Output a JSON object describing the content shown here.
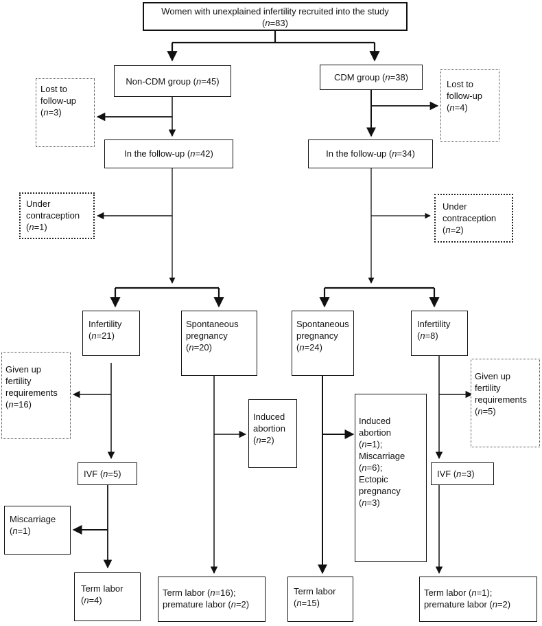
{
  "top": {
    "line1": "Women with unexplained infertility recruited into the study",
    "line2": "(n=83)"
  },
  "non_cdm": {
    "group": "Non-CDM group (n=45)",
    "lost": [
      "Lost to",
      "follow-up",
      "(n=3)"
    ],
    "followup": "In the follow-up (n=42)",
    "contraception": [
      "Under",
      "contraception",
      "(n=1)"
    ],
    "infertility": [
      "Infertility",
      "(n=21)"
    ],
    "spontaneous": [
      "Spontaneous",
      "pregnancy",
      "(n=20)"
    ],
    "given_up": [
      "Given up",
      "fertility",
      "requirements",
      "(n=16)"
    ],
    "induced": [
      "Induced",
      "abortion",
      "(n=2)"
    ],
    "ivf": "IVF (n=5)",
    "miscarriage": [
      "Miscarriage",
      "(n=1)"
    ],
    "term_ivf": [
      "Term labor",
      "(n=4)"
    ],
    "term_spont": [
      "Term labor (n=16);",
      "premature labor (n=2)"
    ]
  },
  "cdm": {
    "group": "CDM group (n=38)",
    "lost": [
      "Lost to",
      "follow-up",
      "(n=4)"
    ],
    "followup": "In the follow-up (n=34)",
    "contraception": [
      "Under",
      "contraception",
      "(n=2)"
    ],
    "spontaneous": [
      "Spontaneous",
      "pregnancy",
      "(n=24)"
    ],
    "infertility": [
      "Infertility",
      "(n=8)"
    ],
    "outcomes": [
      "Induced",
      "abortion",
      "(n=1);",
      "Miscarriage",
      "(n=6);",
      "Ectopic",
      "pregnancy",
      "(n=3)"
    ],
    "given_up": [
      "Given up",
      "fertility",
      "requirements",
      "(n=5)"
    ],
    "ivf": "IVF (n=3)",
    "term_spont": [
      "Term labor",
      "(n=15)"
    ],
    "term_ivf": [
      "Term labor (n=1);",
      "premature labor (n=2)"
    ]
  }
}
